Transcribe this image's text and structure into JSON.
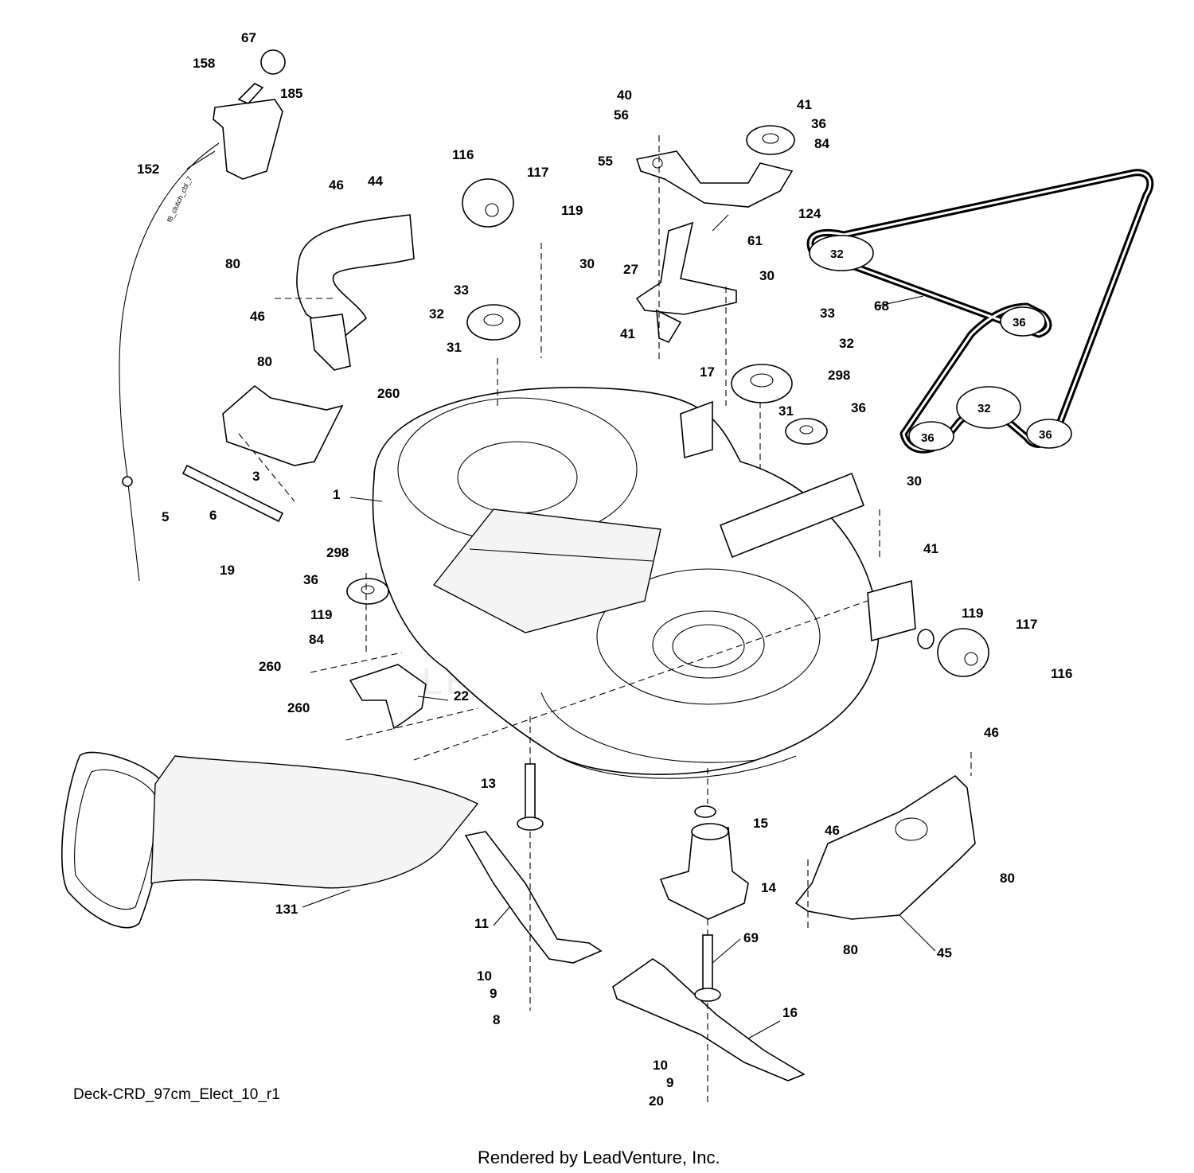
{
  "diagram_id": "Deck-CRD_97cm_Elect_10_r1",
  "footer": "Rendered by LeadVenture, Inc.",
  "watermark": "LEADVENTURE",
  "cable_text": "f8_clutch_cbl_7",
  "belt_pulleys": [
    "32",
    "36",
    "32",
    "36",
    "36"
  ],
  "callouts": [
    "67",
    "158",
    "185",
    "152",
    "46",
    "44",
    "80",
    "46",
    "80",
    "3",
    "5",
    "6",
    "19",
    "116",
    "117",
    "119",
    "33",
    "32",
    "31",
    "260",
    "1",
    "298",
    "36",
    "119",
    "84",
    "260",
    "22",
    "260",
    "40",
    "56",
    "41",
    "36",
    "84",
    "55",
    "124",
    "61",
    "30",
    "27",
    "30",
    "41",
    "17",
    "33",
    "32",
    "298",
    "31",
    "36",
    "68",
    "30",
    "41",
    "119",
    "117",
    "116",
    "13",
    "15",
    "14",
    "11",
    "131",
    "10",
    "9",
    "8",
    "69",
    "16",
    "10",
    "9",
    "20",
    "46",
    "46",
    "80",
    "80",
    "45"
  ]
}
